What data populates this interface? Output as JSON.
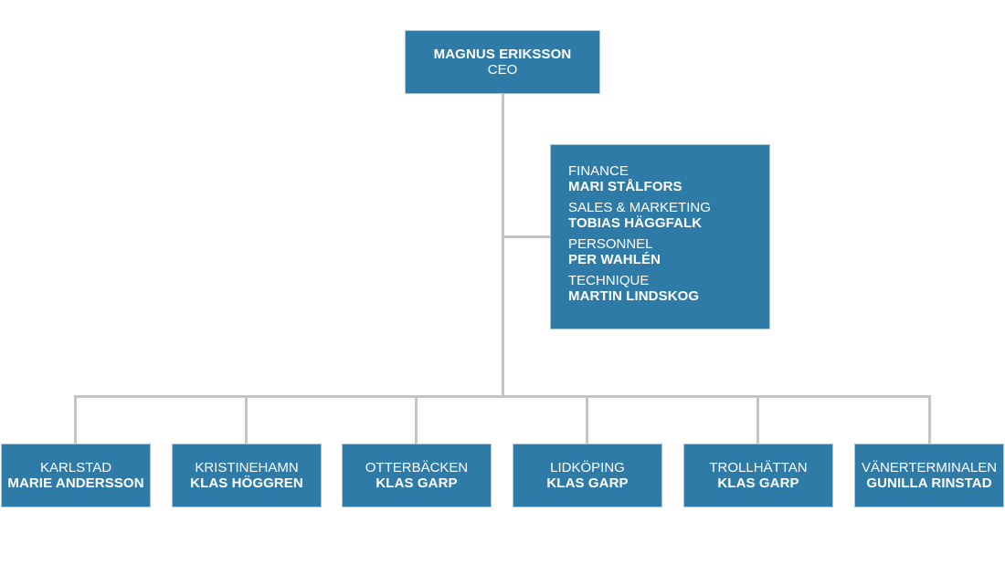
{
  "ceo": {
    "name": "MAGNUS ERIKSSON",
    "title": "CEO"
  },
  "staff": [
    {
      "role": "FINANCE",
      "name": "MARI STÅLFORS"
    },
    {
      "role": "SALES & MARKETING",
      "name": "TOBIAS HÄGGFALK"
    },
    {
      "role": "PERSONNEL",
      "name": "PER WAHLÉN"
    },
    {
      "role": "TECHNIQUE",
      "name": "MARTIN LINDSKOG"
    }
  ],
  "branches": [
    {
      "place": "KARLSTAD",
      "name": "MARIE ANDERSSON"
    },
    {
      "place": "KRISTINEHAMN",
      "name": "KLAS HÖGGREN"
    },
    {
      "place": "OTTERBÄCKEN",
      "name": "KLAS GARP"
    },
    {
      "place": "LIDKÖPING",
      "name": "KLAS GARP"
    },
    {
      "place": "TROLLHÄTTAN",
      "name": "KLAS GARP"
    },
    {
      "place": "VÄNERTERMINALEN",
      "name": "GUNILLA RINSTAD"
    }
  ],
  "colors": {
    "box": "#2f7ba8",
    "connector": "#c4c4c4",
    "text": "#ffffff"
  }
}
